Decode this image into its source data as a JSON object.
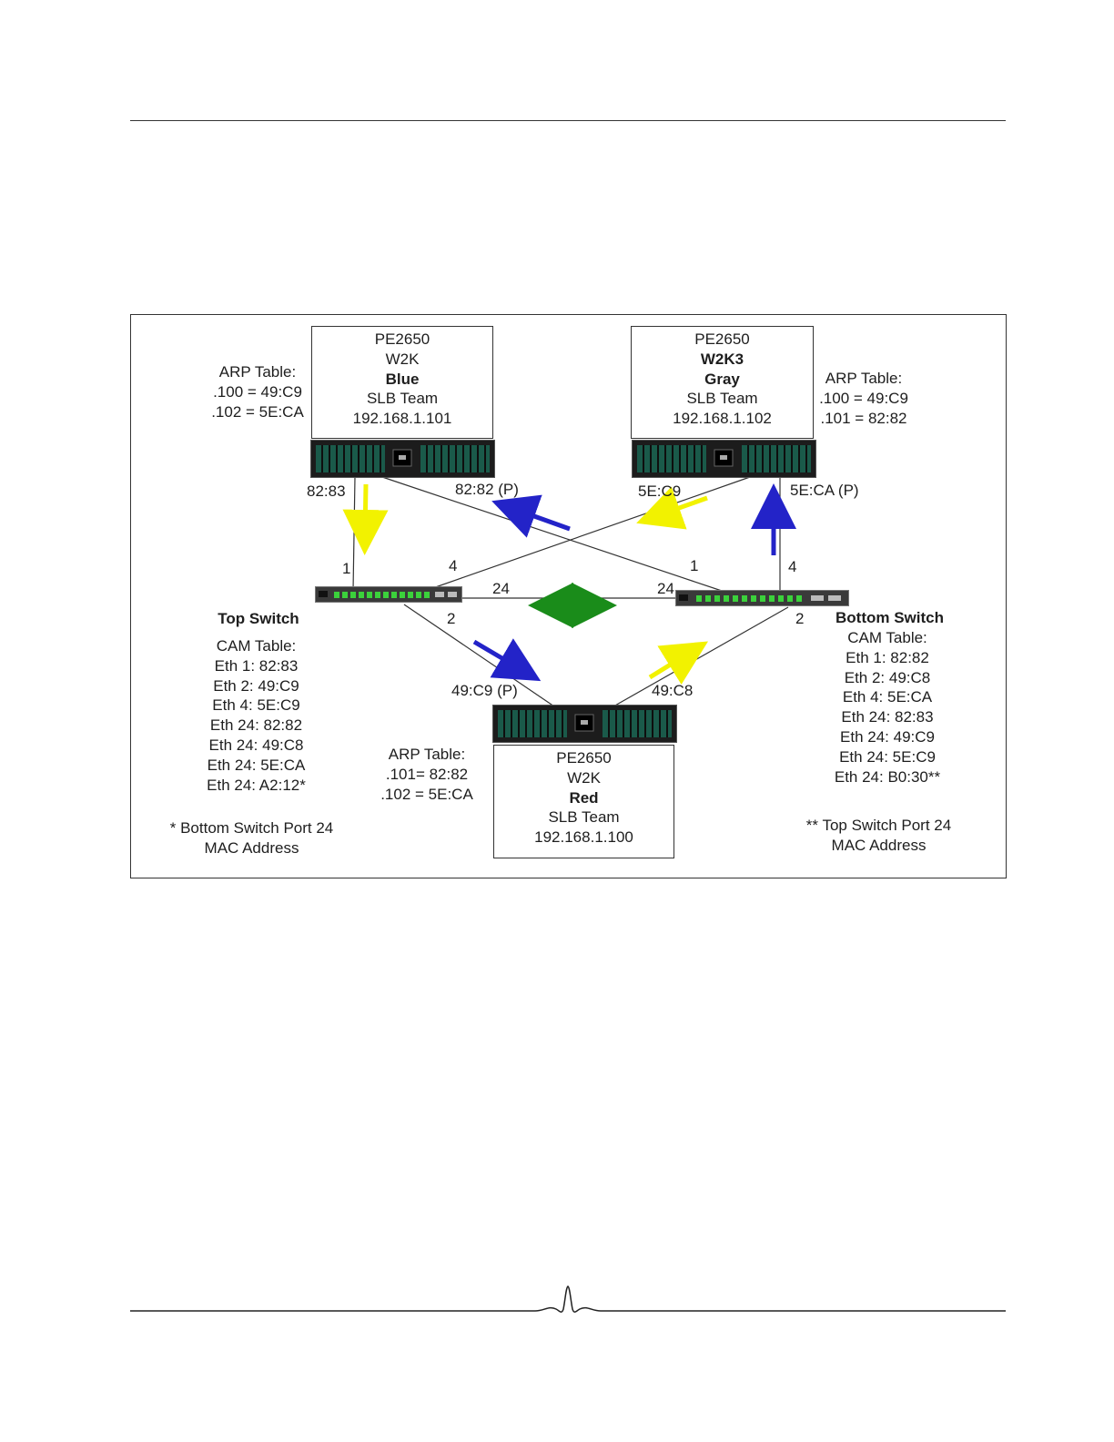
{
  "servers": {
    "blue": {
      "lines": [
        "PE2650",
        "W2K",
        "Blue",
        "SLB Team",
        "192.168.1.101"
      ],
      "bold_index": 2
    },
    "gray": {
      "lines": [
        "PE2650",
        "W2K3",
        "Gray",
        "SLB Team",
        "192.168.1.102"
      ],
      "bold_index": [
        1,
        2
      ]
    },
    "red": {
      "lines": [
        "PE2650",
        "W2K",
        "Red",
        "SLB Team",
        "192.168.1.100"
      ],
      "bold_index": 2
    }
  },
  "arp": {
    "blue": [
      "ARP Table:",
      ".100 = 49:C9",
      ".102 = 5E:CA"
    ],
    "gray": [
      "ARP Table:",
      ".100 = 49:C9",
      ".101 = 82:82"
    ],
    "red": [
      "ARP Table:",
      ".101= 82:82",
      ".102 = 5E:CA"
    ]
  },
  "top_switch": {
    "title": "Top Switch",
    "cam": [
      "CAM Table:",
      "Eth 1: 82:83",
      "Eth 2: 49:C9",
      "Eth 4: 5E:C9",
      "Eth 24: 82:82",
      "Eth 24: 49:C8",
      "Eth 24: 5E:CA",
      "Eth 24: A2:12*"
    ],
    "footnote": [
      "* Bottom Switch Port 24",
      "MAC Address"
    ]
  },
  "bottom_switch": {
    "title": "Bottom Switch",
    "cam": [
      "CAM Table:",
      "Eth 1: 82:82",
      "Eth 2: 49:C8",
      "Eth 4: 5E:CA",
      "Eth 24: 82:83",
      "Eth 24: 49:C9",
      "Eth 24: 5E:C9",
      "Eth 24: B0:30**"
    ],
    "footnote": [
      "** Top Switch Port 24",
      "MAC Address"
    ]
  },
  "mac_labels": {
    "blue_left": "82:83",
    "blue_right": "82:82 (P)",
    "gray_left": "5E:C9",
    "gray_right": "5E:CA (P)",
    "red_left": "49:C9 (P)",
    "red_right": "49:C8"
  },
  "port_labels": {
    "top_1": "1",
    "top_4": "4",
    "top_24": "24",
    "top_2": "2",
    "bottom_1": "1",
    "bottom_4": "4",
    "bottom_24": "24",
    "bottom_2": "2"
  },
  "colors": {
    "yellow_arrow": "#f2f200",
    "blue_arrow": "#2323c8",
    "green_arrow": "#1a8c1a",
    "line": "#333333"
  }
}
